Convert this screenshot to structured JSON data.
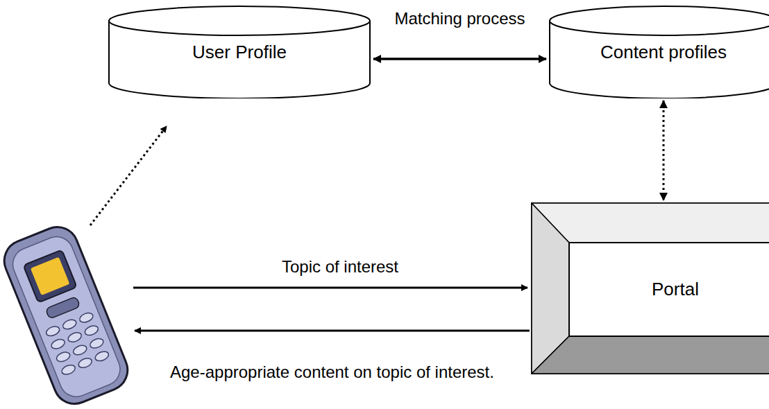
{
  "diagram": {
    "nodes": [
      {
        "text": [
          "User Profile"
        ]
      },
      {
        "text": [
          "Content profiles"
        ]
      },
      {
        "text": [
          "Portal"
        ]
      }
    ],
    "edges": [
      {
        "from": 0,
        "to": 1,
        "label": "Matching process",
        "arrow": "both"
      },
      {
        "from": 1,
        "to": 2,
        "arrow": "both"
      }
    ],
    "labels": [
      "Topic of interest",
      "Age-appropriate content on topic of interest."
    ]
  }
}
